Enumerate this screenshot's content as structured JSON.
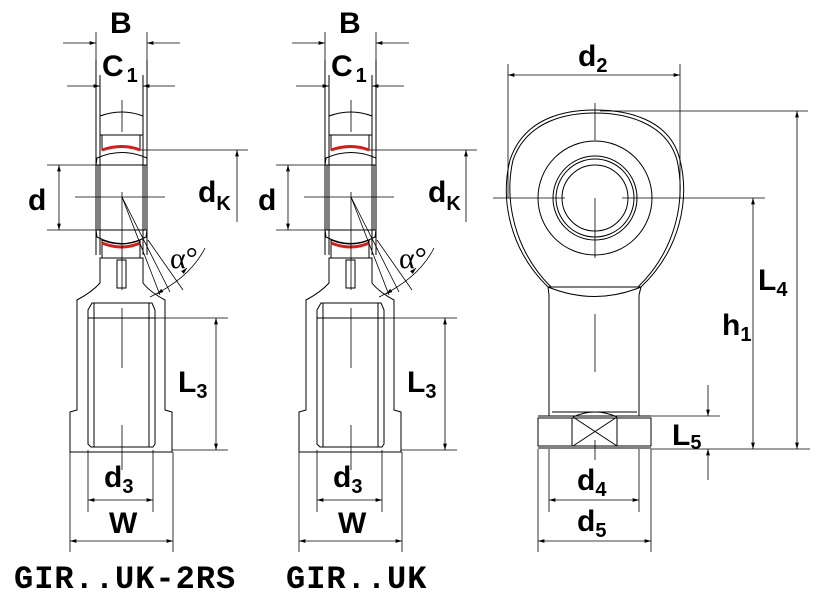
{
  "drawing": {
    "title": "Rod end plain bearing dimension drawing",
    "views": [
      {
        "id": "left",
        "caption": "GIR..UK-2RS",
        "labels": {
          "B": "B",
          "C": "C",
          "C_sub": "1",
          "d": "d",
          "dK": "d",
          "dK_sub": "K",
          "alpha": "α°",
          "L3": "L",
          "L3_sub": "3",
          "d3": "d",
          "d3_sub": "3",
          "W": "W"
        },
        "seal_color": "#d0201c"
      },
      {
        "id": "middle",
        "caption": "GIR..UK",
        "labels": {
          "B": "B",
          "C": "C",
          "C_sub": "1",
          "d": "d",
          "dK": "d",
          "dK_sub": "K",
          "alpha": "α°",
          "L3": "L",
          "L3_sub": "3",
          "d3": "d",
          "d3_sub": "3",
          "W": "W"
        },
        "seal_color": "#d0201c"
      },
      {
        "id": "side",
        "labels": {
          "d2": "d",
          "d2_sub": "2",
          "L4": "L",
          "L4_sub": "4",
          "h1": "h",
          "h1_sub": "1",
          "L5": "L",
          "L5_sub": "5",
          "d4": "d",
          "d4_sub": "4",
          "d5": "d",
          "d5_sub": "5"
        }
      }
    ]
  }
}
